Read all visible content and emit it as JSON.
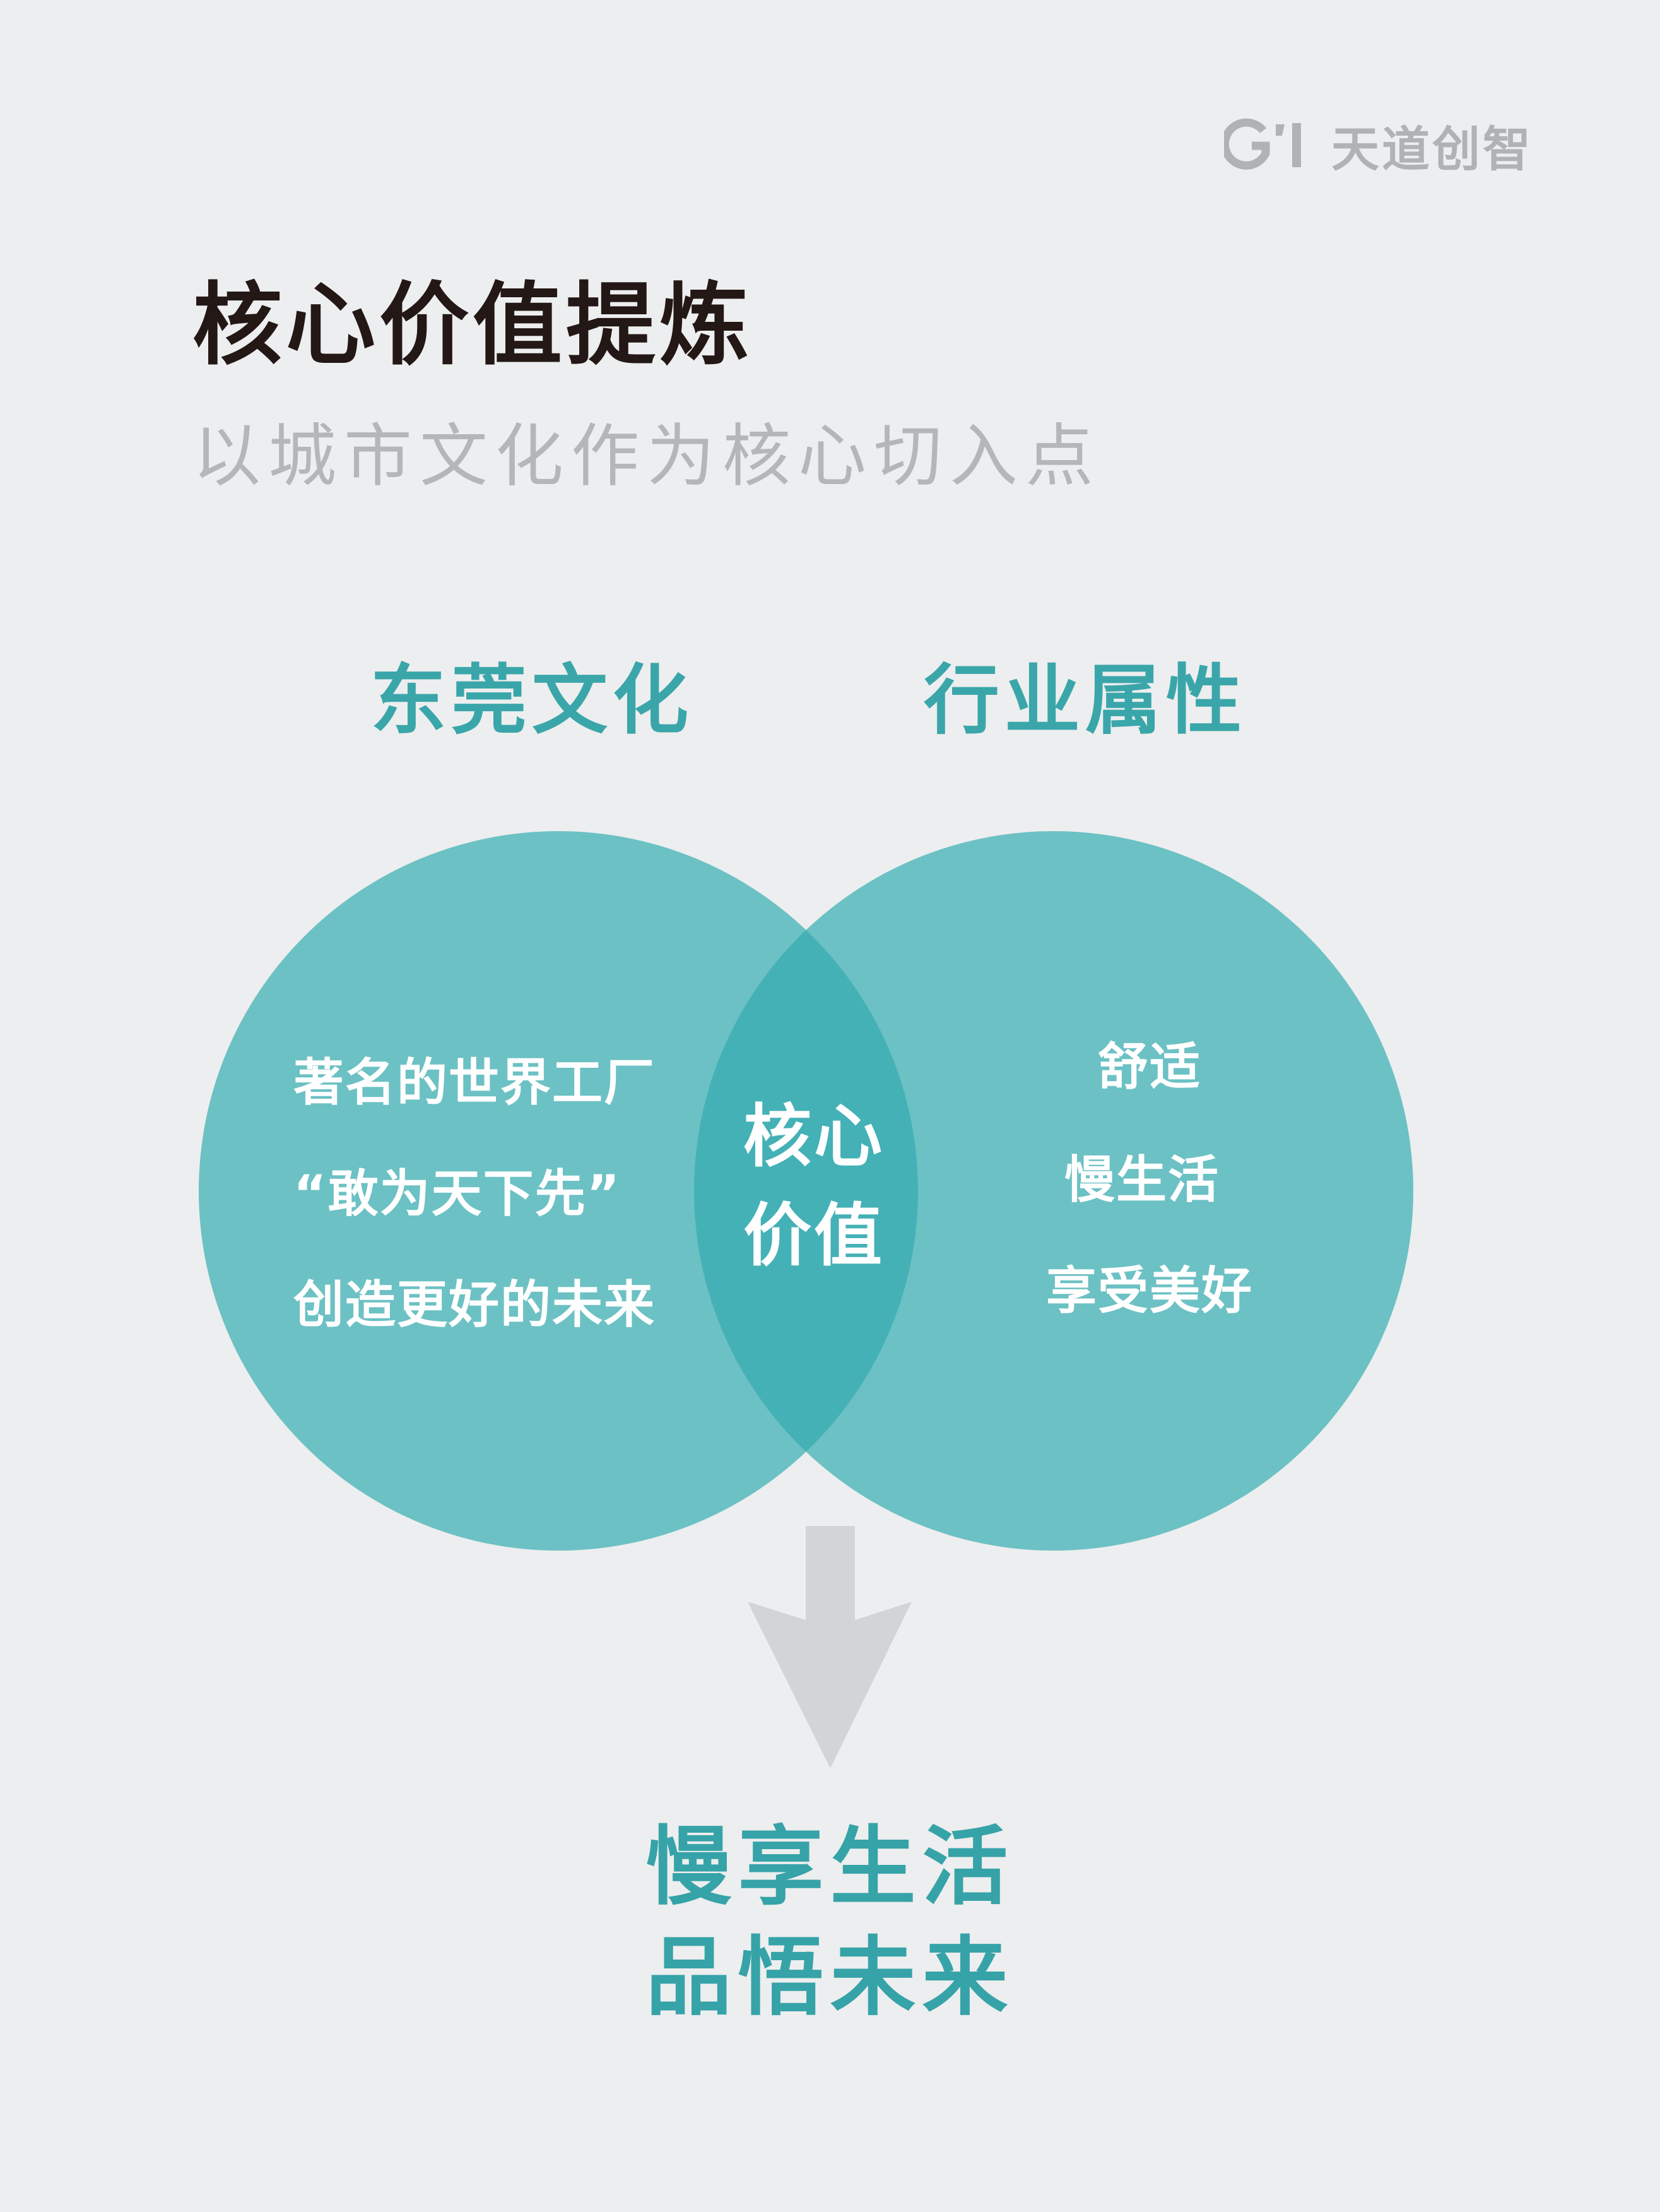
{
  "brand": {
    "mark": "G'I",
    "name": "天道创智",
    "color": "#b1b2b4"
  },
  "title": "核心价值提炼",
  "subtitle": "以城市文化作为核心切入点",
  "venn": {
    "left": {
      "heading": "东莞文化",
      "items": [
        "著名的世界工厂",
        "“敢为天下先”",
        "创造更好的未来"
      ]
    },
    "right": {
      "heading": "行业属性",
      "items": [
        "舒适",
        "慢生活",
        "享受美好"
      ]
    },
    "center": {
      "lines": [
        "核心",
        "价值"
      ]
    }
  },
  "conclusion": {
    "lines": [
      "慢享生活",
      "品悟未来"
    ]
  },
  "colors": {
    "background": "#edeeef",
    "circle": "#6cc1c4",
    "overlap": "#44b1b6",
    "accent": "#3aa6aa",
    "title": "#231815",
    "subtitle": "#b5b6b8",
    "arrow": "#d3d4d5"
  }
}
